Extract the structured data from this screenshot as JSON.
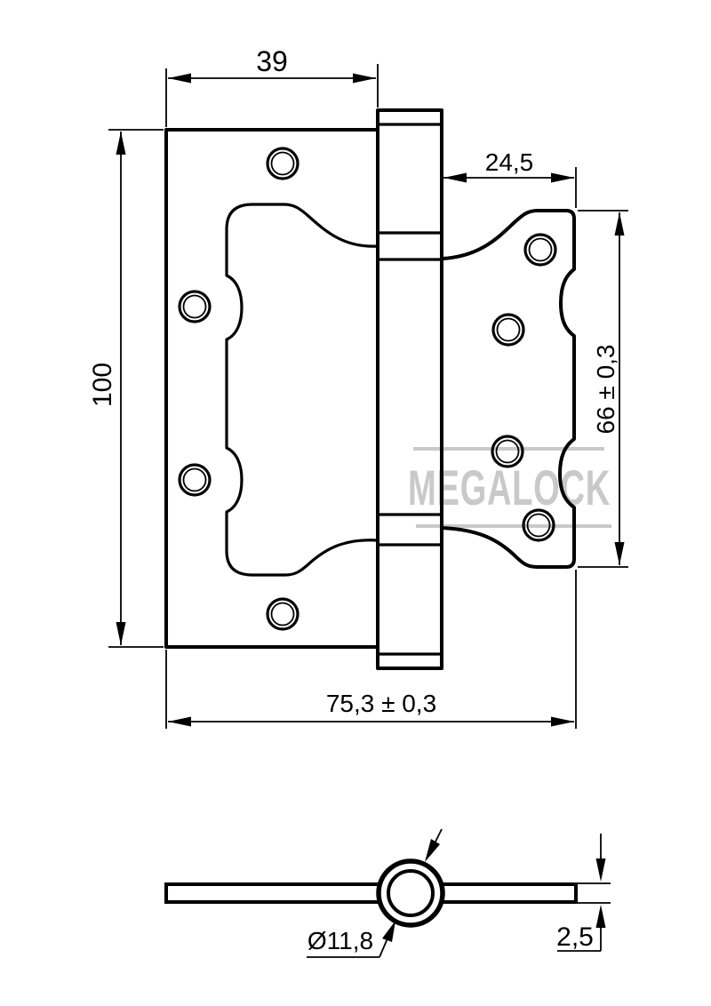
{
  "watermark": {
    "text": "MEGALOCK",
    "color": "#c9c9c9"
  },
  "front_view": {
    "dimensions": {
      "left_leaf_width": "39",
      "left_leaf_height": "100",
      "right_leaf_offset": "24,5",
      "right_leaf_height": "66 ± 0,3",
      "overall_width": "75,3 ± 0,3"
    }
  },
  "profile_view": {
    "dimensions": {
      "knuckle_diameter": "Ø11,8",
      "leaf_thickness": "2,5"
    }
  },
  "colors": {
    "line": "#000000",
    "watermark": "#c9c9c9",
    "background": "#ffffff"
  }
}
